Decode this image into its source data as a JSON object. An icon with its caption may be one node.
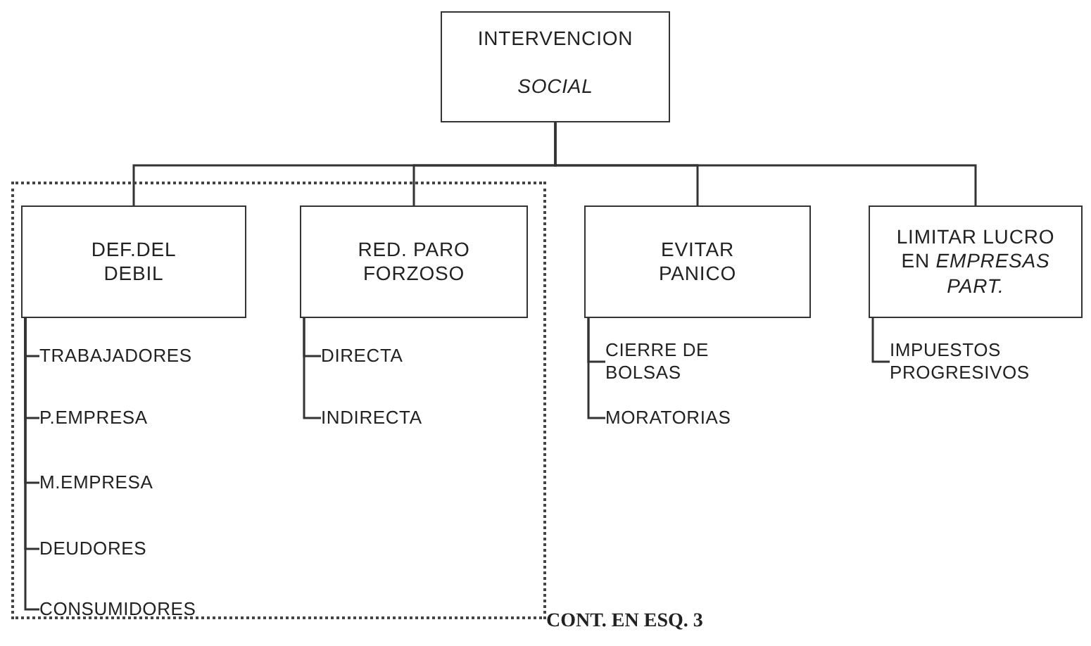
{
  "diagram": {
    "nodes": [
      {
        "text": [
          "INTERVENCION",
          "SOCIAL"
        ]
      },
      {
        "text": [],
        "shape": "box",
        "beside": [
          "CONT. EN ESQ. 3"
        ]
      },
      {
        "text": [
          "DEF.DEL DEBIL"
        ],
        "in": 1
      },
      {
        "text": [
          "RED. PARO FORZOSO"
        ],
        "in": 1
      },
      {
        "text": [
          "EVITAR PANICO"
        ]
      },
      {
        "text": [
          "LIMITAR LUCRO EN *EMPRESAS PART.*"
        ]
      },
      {
        "text": [
          "TRABAJADORES"
        ],
        "in": 1
      },
      {
        "text": [
          "P.EMPRESA"
        ],
        "in": 1
      },
      {
        "text": [
          "M.EMPRESA"
        ],
        "in": 1
      },
      {
        "text": [
          "DEUDORES"
        ],
        "in": 1
      },
      {
        "text": [
          "CONSUMIDORES"
        ],
        "in": 1
      },
      {
        "text": [
          "DIRECTA"
        ],
        "in": 1
      },
      {
        "text": [
          "INDIRECTA"
        ],
        "in": 1
      },
      {
        "text": [
          "CIERRE DE BOLSAS"
        ]
      },
      {
        "text": [
          "MORATORIAS"
        ]
      },
      {
        "text": [
          "IMPUESTOS PROGRESIVOS"
        ]
      }
    ],
    "edges": [
      {
        "from": 0,
        "to": 2,
        "arrow": "none"
      },
      {
        "from": 0,
        "to": 3,
        "arrow": "none"
      },
      {
        "from": 0,
        "to": 4,
        "arrow": "none"
      },
      {
        "from": 0,
        "to": 5,
        "arrow": "none"
      },
      {
        "from": 2,
        "to": 6,
        "arrow": "none"
      },
      {
        "from": 2,
        "to": 7,
        "arrow": "none"
      },
      {
        "from": 2,
        "to": 8,
        "arrow": "none"
      },
      {
        "from": 2,
        "to": 9,
        "arrow": "none"
      },
      {
        "from": 2,
        "to": 10,
        "arrow": "none"
      },
      {
        "from": 3,
        "to": 11,
        "arrow": "none"
      },
      {
        "from": 3,
        "to": 12,
        "arrow": "none"
      },
      {
        "from": 4,
        "to": 13,
        "arrow": "none"
      },
      {
        "from": 4,
        "to": 14,
        "arrow": "none"
      },
      {
        "from": 5,
        "to": 15,
        "arrow": "none"
      }
    ]
  }
}
